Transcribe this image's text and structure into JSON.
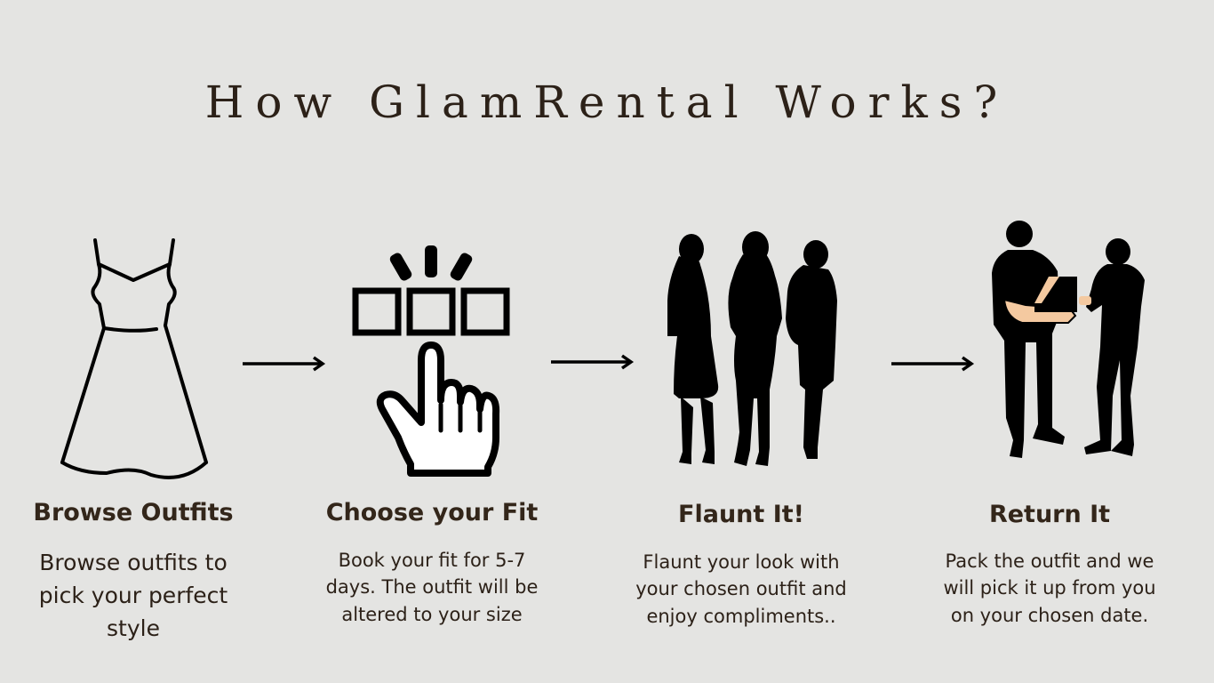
{
  "title": "How GlamRental Works?",
  "steps": [
    {
      "title": "Browse Outfits",
      "description": "Browse outfits to pick your perfect style",
      "icon": "dress-icon"
    },
    {
      "title": "Choose your Fit",
      "description": "Book your fit for 5-7 days. The outfit will be altered to your size",
      "icon": "hand-pointer-select-icon"
    },
    {
      "title": "Flaunt It!",
      "description": "Flaunt your look with your chosen outfit and enjoy compliments..",
      "icon": "three-women-silhouette-icon"
    },
    {
      "title": "Return It",
      "description": "Pack the outfit and we will pick it up from you on your chosen date.",
      "icon": "package-handover-icon"
    }
  ],
  "colors": {
    "background": "#e4e4e2",
    "text": "#2c2118",
    "icon": "#000000",
    "box_accent": "#f4c9a0"
  }
}
